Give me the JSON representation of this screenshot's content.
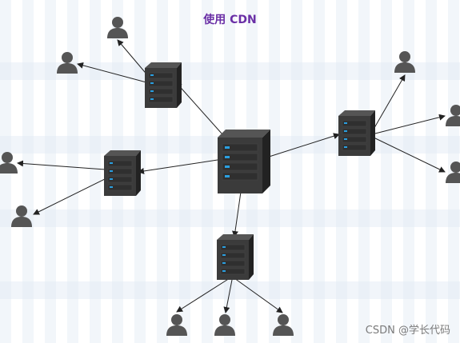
{
  "title": "使用 CDN",
  "watermark": "CSDN @学长代码",
  "colors": {
    "title": "#6a2fa6",
    "server_body": "#3b3b3b",
    "server_light": "#2a9fe0",
    "user_icon": "#555555",
    "arrow": "#222222"
  },
  "nodes": {
    "origin_server": {
      "icon": "server-icon"
    },
    "edge_servers": [
      {
        "id": "edge-top",
        "icon": "server-icon"
      },
      {
        "id": "edge-left",
        "icon": "server-icon"
      },
      {
        "id": "edge-right",
        "icon": "server-icon"
      },
      {
        "id": "edge-bottom",
        "icon": "server-icon"
      }
    ],
    "users": {
      "icon": "user-icon",
      "count": 10
    }
  }
}
